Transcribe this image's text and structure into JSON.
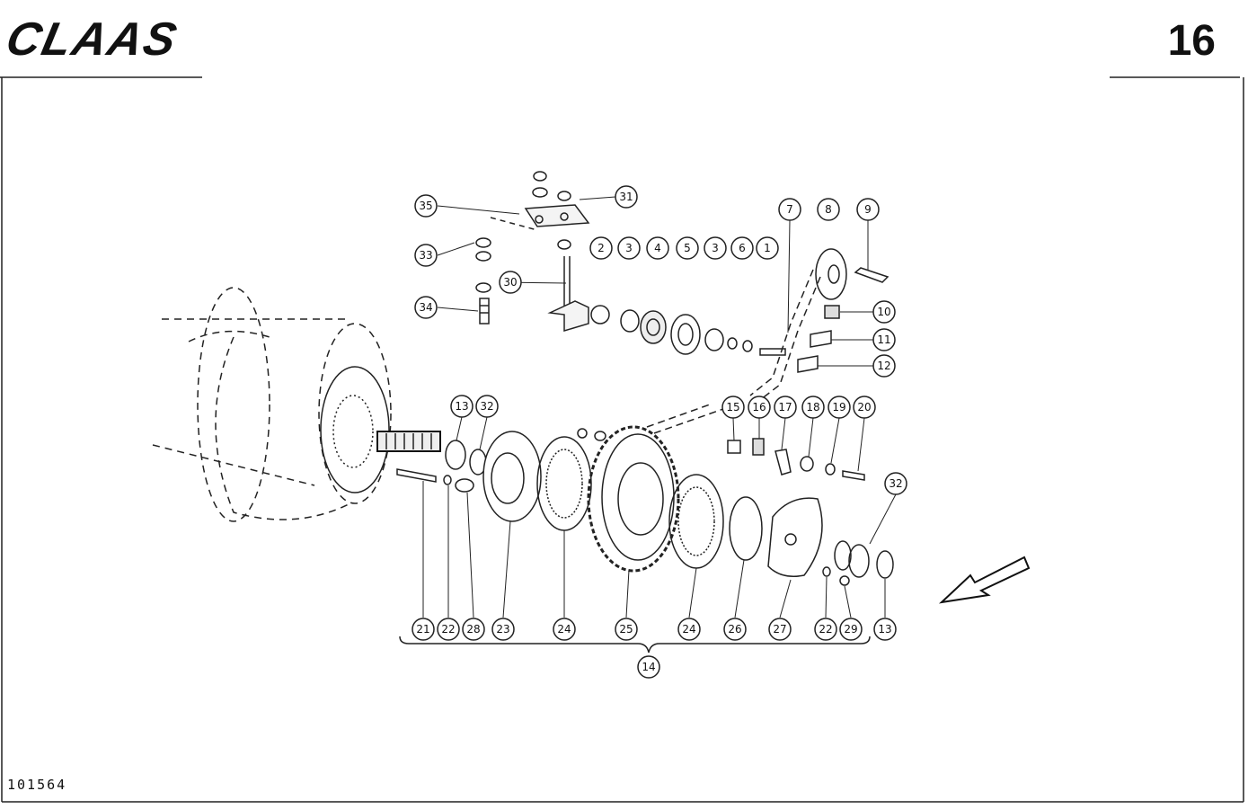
{
  "header": {
    "brand": "CLAAS",
    "page_number": "16"
  },
  "footer": {
    "document_code": "101564"
  },
  "callouts": [
    {
      "text": "35"
    },
    {
      "text": "31"
    },
    {
      "text": "33"
    },
    {
      "text": "30"
    },
    {
      "text": "34"
    },
    {
      "text": "2"
    },
    {
      "text": "3"
    },
    {
      "text": "4"
    },
    {
      "text": "5"
    },
    {
      "text": "3"
    },
    {
      "text": "6"
    },
    {
      "text": "1"
    },
    {
      "text": "7"
    },
    {
      "text": "8"
    },
    {
      "text": "9"
    },
    {
      "text": "10"
    },
    {
      "text": "11"
    },
    {
      "text": "12"
    },
    {
      "text": "13"
    },
    {
      "text": "32"
    },
    {
      "text": "15"
    },
    {
      "text": "16"
    },
    {
      "text": "17"
    },
    {
      "text": "18"
    },
    {
      "text": "19"
    },
    {
      "text": "20"
    },
    {
      "text": "32"
    },
    {
      "text": "21"
    },
    {
      "text": "22"
    },
    {
      "text": "28"
    },
    {
      "text": "23"
    },
    {
      "text": "24"
    },
    {
      "text": "25"
    },
    {
      "text": "24"
    },
    {
      "text": "26"
    },
    {
      "text": "27"
    },
    {
      "text": "22"
    },
    {
      "text": "29"
    },
    {
      "text": "13"
    },
    {
      "text": "14"
    }
  ]
}
